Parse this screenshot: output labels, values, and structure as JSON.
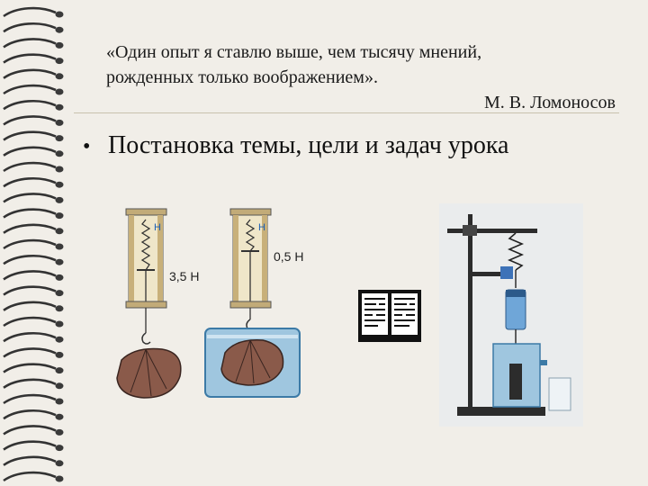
{
  "quote": {
    "line1": "«Один опыт я ставлю выше, чем тысячу мнений,",
    "line2": "рожденных только воображением».",
    "author": "М. В. Ломоносов"
  },
  "bullet": {
    "text": "Постановка темы,  цели и задач урока"
  },
  "figure": {
    "scale_unit_1": "Н",
    "reading_air": "3,5 Н",
    "scale_unit_2": "Н",
    "reading_water": "0,5 Н"
  },
  "colors": {
    "background": "#f1eee8",
    "water": "#9fc6df",
    "stone": "#8a5a4a",
    "spring_scale": "#d8c9a3"
  }
}
